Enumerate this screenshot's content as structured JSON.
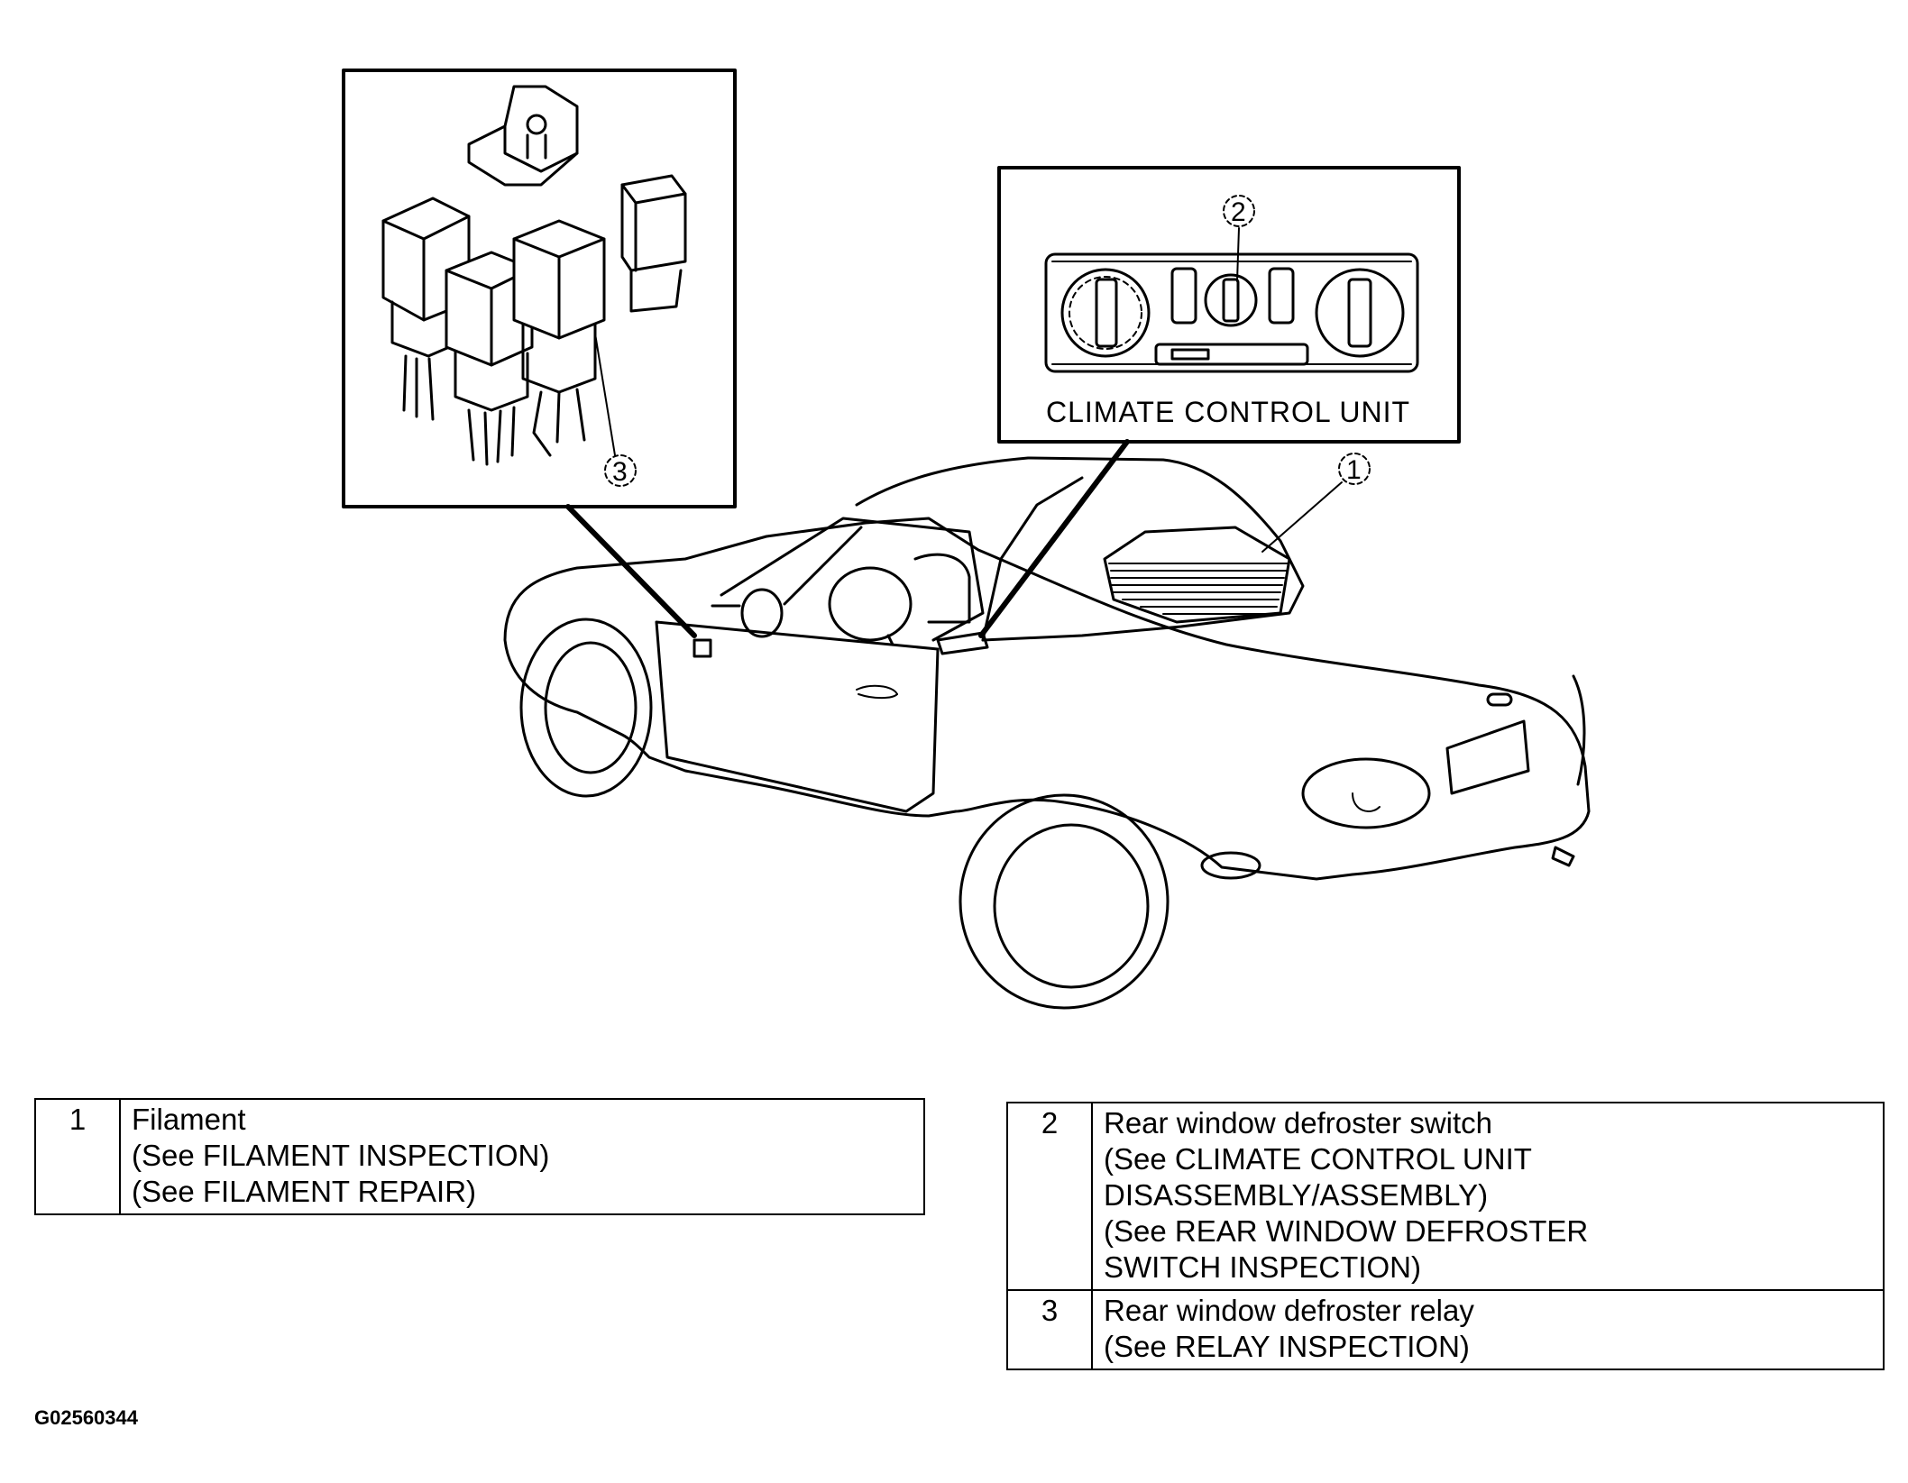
{
  "climate_control_label": "CLIMATE CONTROL UNIT",
  "callouts": {
    "c1": "1",
    "c2": "2",
    "c3": "3"
  },
  "legend_left": [
    {
      "num": "1",
      "lines": [
        "Filament",
        "(See FILAMENT INSPECTION)",
        "(See FILAMENT REPAIR)"
      ]
    }
  ],
  "legend_right": [
    {
      "num": "2",
      "lines": [
        "Rear window defroster switch",
        "(See CLIMATE CONTROL UNIT",
        "DISASSEMBLY/ASSEMBLY)",
        "(See REAR WINDOW DEFROSTER",
        "SWITCH INSPECTION)"
      ]
    },
    {
      "num": "3",
      "lines": [
        "Rear window defroster relay",
        "(See RELAY INSPECTION)"
      ]
    }
  ],
  "figure_code": "G02560344"
}
